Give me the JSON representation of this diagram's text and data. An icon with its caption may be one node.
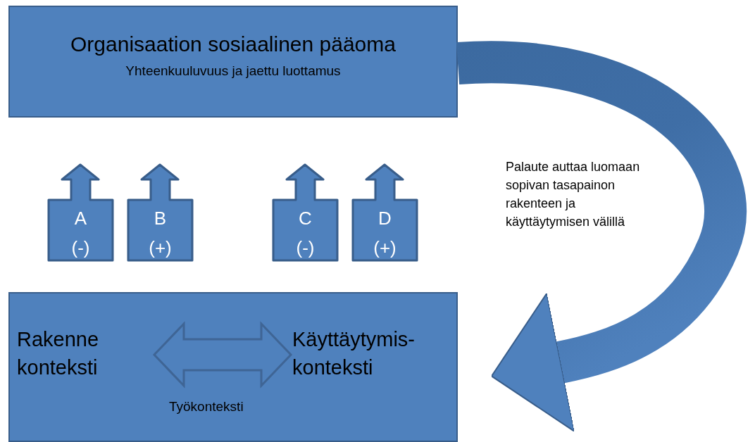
{
  "diagram": {
    "nodes": [
      {
        "text": [
          "Organisaation sosiaalinen pääoma",
          "Yhteenkuuluvuus ja jaettu luottamus"
        ]
      },
      {
        "text": [
          "A (-)"
        ]
      },
      {
        "text": [
          "B (+)"
        ]
      },
      {
        "text": [
          "C (-)"
        ]
      },
      {
        "text": [
          "D (+)"
        ]
      },
      {
        "text": [
          "Työkonteksti"
        ]
      },
      {
        "text": [
          "Rakenne konteksti"
        ],
        "in": 5
      },
      {
        "text": [
          "Käyttäytymis- konteksti"
        ],
        "in": 5
      }
    ],
    "edges": [
      {
        "from": 0,
        "to": 5,
        "arrow": "to",
        "label": "Palaute auttaa luomaan sopivan tasapainon rakenteen ja käyttäytymisen välillä"
      },
      {
        "from": 6,
        "to": 7,
        "arrow": "both"
      }
    ]
  }
}
